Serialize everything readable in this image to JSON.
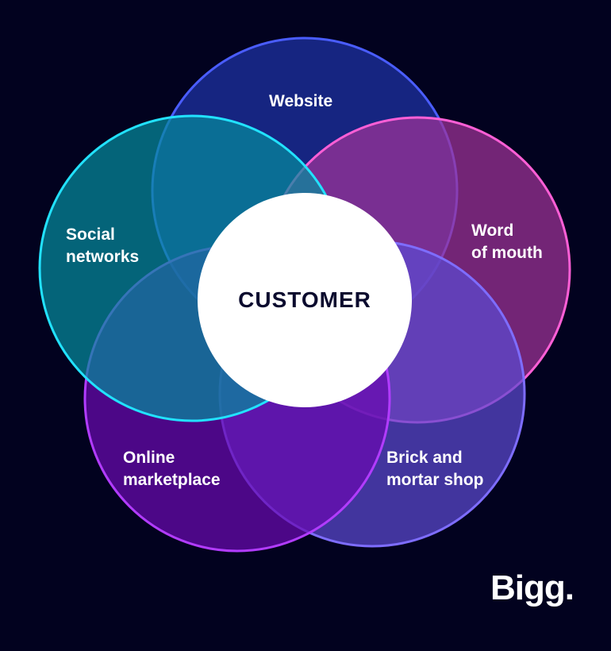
{
  "diagram": {
    "center_label": "CUSTOMER",
    "circles": [
      {
        "id": "website",
        "label": "Website",
        "fill": "#1f33a8",
        "stroke": "#4a5dff"
      },
      {
        "id": "word-of-mouth",
        "label": "Word\nof mouth",
        "fill": "#a03398",
        "stroke": "#ff5fd6"
      },
      {
        "id": "brick-and-mortar",
        "label": "Brick and\nmortar shop",
        "fill": "#5b4ad0",
        "stroke": "#7e6dff"
      },
      {
        "id": "online-marketplace",
        "label": "Online\nmarketplace",
        "fill": "#6a0ab0",
        "stroke": "#b23cff"
      },
      {
        "id": "social-networks",
        "label": "Social\nnetworks",
        "fill": "#068a9c",
        "stroke": "#22e2ff"
      }
    ]
  },
  "brand": {
    "logo_text": "Bigg."
  }
}
